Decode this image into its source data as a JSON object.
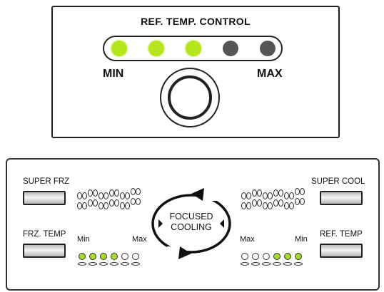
{
  "ref_control": {
    "title": "REF. TEMP. CONTROL",
    "min_label": "MIN",
    "max_label": "MAX",
    "leds": [
      "on",
      "on",
      "on",
      "off",
      "off"
    ],
    "on_color": "#b5e61d",
    "off_color": "#555555"
  },
  "display": {
    "super_frz_label": "SUPER FRZ",
    "frz_temp_label": "FRZ. TEMP",
    "super_cool_label": "SUPER COOL",
    "ref_temp_label": "REF. TEMP",
    "left_min_label": "Min",
    "left_max_label": "Max",
    "right_max_label": "Max",
    "right_min_label": "Min",
    "focused_line1": "FOCUSED",
    "focused_line2": "COOLING",
    "left_leds": [
      "on",
      "on",
      "on",
      "on",
      "off",
      "off"
    ],
    "right_leds": [
      "off",
      "off",
      "off",
      "on",
      "on",
      "on"
    ],
    "led_on_color": "#a8d930"
  }
}
